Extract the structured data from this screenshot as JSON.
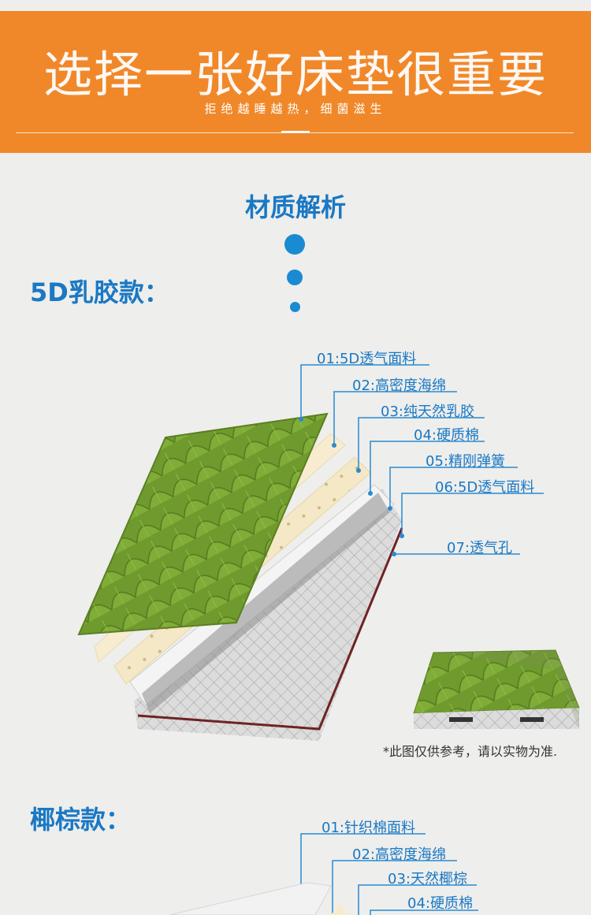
{
  "banner": {
    "title": "选择一张好床垫很重要",
    "subtitle": "拒绝越睡越热，细菌滋生"
  },
  "section": {
    "title": "材质解析"
  },
  "latex_model": {
    "label": "5D乳胶款：",
    "layers": [
      "01:5D透气面料",
      "02:高密度海绵",
      "03:纯天然乳胶",
      "04:硬质棉",
      "05:精刚弹簧",
      "06:5D透气面料",
      "07:透气孔"
    ],
    "note": "*此图仅供参考，请以实物为准."
  },
  "coconut_model": {
    "label": "椰棕款：",
    "layers": [
      "01:针织棉面料",
      "02:高密度海绵",
      "03:天然椰棕",
      "04:硬质棉"
    ]
  },
  "colors": {
    "banner_orange": "#f0882a",
    "accent_blue": "#1a78c4",
    "fabric_green": "#6f9a2e",
    "background": "#eeeeec"
  }
}
